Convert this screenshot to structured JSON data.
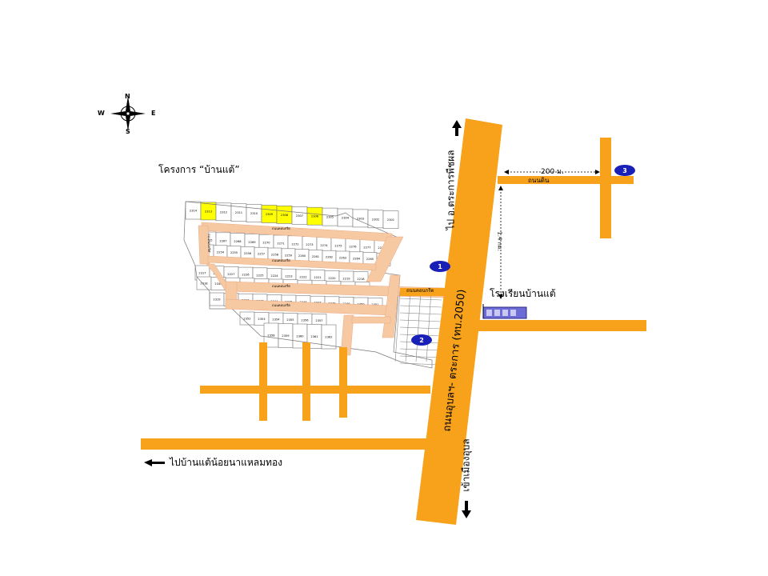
{
  "title": "โครงการ “บ้านแต้”",
  "compass": {
    "north": "N",
    "south": "S",
    "east": "E",
    "west": "W"
  },
  "roads": {
    "main_road_name": "ถนนอุบลฯ- ตระการ (ทบ.2050)",
    "north_direction": "ไป อ.ตระการพืชผล",
    "south_direction": "เข้าเมืองอุบล",
    "west_direction": "ไปบ้านแต้น้อยนาแหลมทอง",
    "dirt_road": "ถนนดิน",
    "branch_road": "ถนนคอนกรีต"
  },
  "distances": {
    "horizontal": "200 ม.",
    "vertical": "1.4 กม."
  },
  "school_label": "โรงเรียนบ้านแต้",
  "markers": [
    "1",
    "2",
    "3"
  ],
  "internal_roads": [
    "ถนนคอนกรีต",
    "ถนนคอนกรีต",
    "ถนนคอนกรีต",
    "ถนนคอนกรีต",
    "ถนนคอนกรีต"
  ],
  "plots": {
    "row1": [
      "2314",
      "2313",
      "2312",
      "2311",
      "2310",
      "2309",
      "2308",
      "2307",
      "2306",
      "2305",
      "2304",
      "2303",
      "2302",
      "2301"
    ],
    "row2": [
      "2315",
      "2267",
      "2268",
      "2269",
      "2270",
      "2271",
      "2272",
      "2273",
      "2274",
      "2275",
      "2276",
      "2277",
      "2278"
    ],
    "row3": [
      "2316",
      "2254",
      "2255",
      "2256",
      "2257",
      "2258",
      "2259",
      "2260",
      "2261",
      "2262",
      "2263",
      "2264",
      "2265",
      "2266"
    ],
    "row4": [
      "2317",
      "2228",
      "2227",
      "2226",
      "2225",
      "2224",
      "2223",
      "2222",
      "2221",
      "2220",
      "2219",
      "2218"
    ],
    "row5": [
      "2318",
      "2330",
      "2331",
      "2332",
      "2333",
      "2334",
      "2335",
      "2336",
      "2337",
      "2338",
      "2339",
      "2340"
    ],
    "row6": [
      "2319",
      "2341",
      "2342",
      "2343",
      "2344",
      "2345",
      "2346",
      "2347",
      "2348",
      "2349",
      "2350",
      "2351"
    ],
    "row7": [
      "2352",
      "2353",
      "2354",
      "2355",
      "2356",
      "2357"
    ],
    "row8": [
      "2358",
      "2359",
      "2360",
      "2361",
      "2362"
    ],
    "highlighted": [
      "2313",
      "2309",
      "2308",
      "2306"
    ]
  },
  "colors": {
    "road": "#f7a21a",
    "internal_road": "#f7c9a2",
    "plot_highlight": "#ffff00",
    "marker": "#1820b8",
    "school": "#6d6bd6"
  }
}
